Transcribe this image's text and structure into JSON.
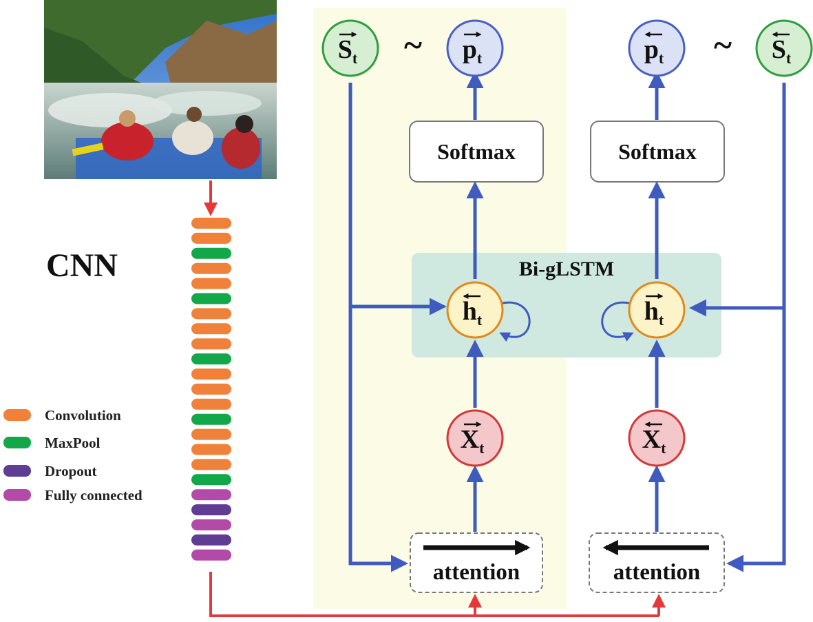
{
  "title": "CNN",
  "nodes": {
    "s_fwd": {
      "letter": "S",
      "sub": "t",
      "dir": "forward",
      "color": "#2e9e3f",
      "fill": "#d6efd3"
    },
    "p_fwd": {
      "letter": "p",
      "sub": "t",
      "dir": "forward",
      "color": "#4a5fc1",
      "fill": "#dbe2f6"
    },
    "p_bwd": {
      "letter": "p",
      "sub": "t",
      "dir": "backward",
      "color": "#4a5fc1",
      "fill": "#dbe2f6"
    },
    "s_bwd": {
      "letter": "S",
      "sub": "t",
      "dir": "backward",
      "color": "#2e9e3f",
      "fill": "#d6efd3"
    },
    "h_fwd": {
      "letter": "h",
      "sub": "t",
      "dir": "backward",
      "color": "#e08a1c",
      "fill": "#fdf3c9"
    },
    "h_bwd": {
      "letter": "h",
      "sub": "t",
      "dir": "forward",
      "color": "#e08a1c",
      "fill": "#fdf3c9"
    },
    "x_fwd": {
      "letter": "X",
      "sub": "t",
      "dir": "forward",
      "color": "#d23a3a",
      "fill": "#f4c7cb"
    },
    "x_bwd": {
      "letter": "X",
      "sub": "t",
      "dir": "backward",
      "color": "#d23a3a",
      "fill": "#f4c7cb"
    }
  },
  "tilde": "~",
  "softmax_label": "Softmax",
  "bi_lstm_label": "Bi-gLSTM",
  "attention_label": "attention",
  "legend": [
    {
      "label": "Convolution",
      "color": "#f0813a"
    },
    {
      "label": "MaxPool",
      "color": "#12a84a"
    },
    {
      "label": "Dropout",
      "color": "#5e3d92"
    },
    {
      "label": "Fully connected",
      "color": "#b24aa8"
    }
  ],
  "cnn_layers": [
    "conv",
    "conv",
    "pool",
    "conv",
    "conv",
    "pool",
    "conv",
    "conv",
    "conv",
    "pool",
    "conv",
    "conv",
    "conv",
    "pool",
    "conv",
    "conv",
    "conv",
    "pool",
    "fc",
    "drop",
    "fc",
    "drop",
    "fc"
  ],
  "colors": {
    "flow_blue": "#3f5bbd",
    "flow_red": "#e23a3a",
    "panel_yellow": "#fbfbe6",
    "panel_teal": "#cfe9e1",
    "box_border": "#777777",
    "conv": "#f0813a",
    "pool": "#12a84a",
    "drop": "#5e3d92",
    "fc": "#b24aa8"
  },
  "photo": {
    "description_icon": "river-rafting-photo"
  }
}
